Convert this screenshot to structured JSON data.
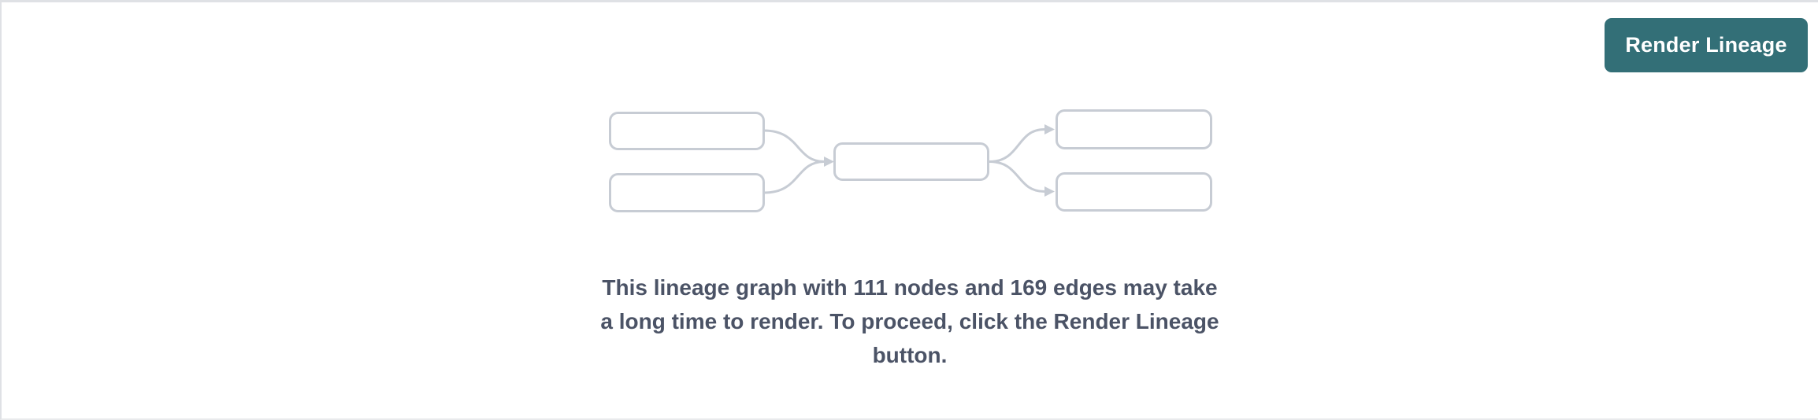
{
  "panel": {
    "render_button_label": "Render Lineage"
  },
  "message": {
    "full_text": "This lineage graph with 111 nodes and 169 edges may take a long time to render. To proceed, click the Render Lineage button.",
    "lines": [
      "This lineage graph with 111 nodes and 169 edges may take",
      "a long time to render. To proceed, click the Render Lineage",
      "button."
    ],
    "node_count": "111",
    "edge_count": "169"
  },
  "colors": {
    "button_bg": "#336F77",
    "button_text": "#FFFFFF",
    "message_text": "#4B5366",
    "diagram_stroke": "#C7CCD4",
    "panel_border": "#DFE1E5"
  }
}
